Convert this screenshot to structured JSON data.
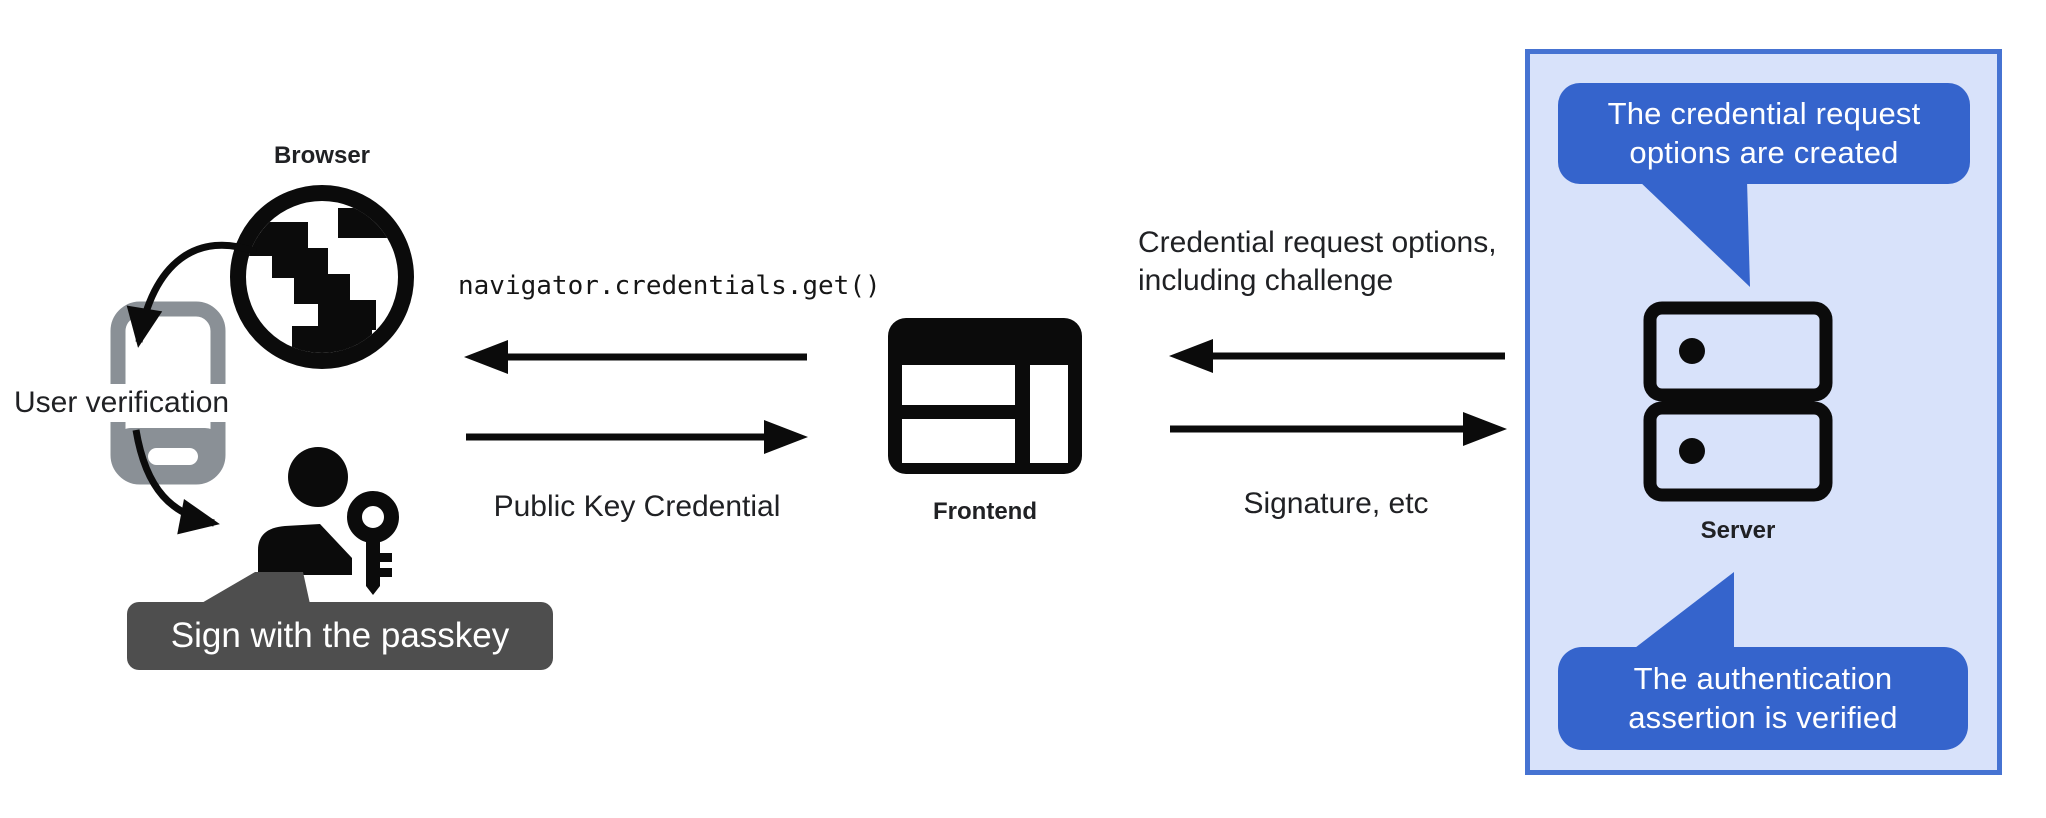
{
  "colors": {
    "accent_blue": "#3564cc",
    "panel_bg": "#d8e2fa",
    "panel_border": "#4673d2",
    "badge_bg": "#4e4e4e",
    "phone_gray": "#8a9096",
    "text": "#202124",
    "icon": "#0b0b0b",
    "text_on_dark": "#ffffff"
  },
  "left": {
    "browser_label": "Browser",
    "user_verification_label": "User verification",
    "passkey_badge": "Sign with the passkey"
  },
  "middle": {
    "code_call": "navigator.credentials.get()",
    "to_frontend_label": "Public Key Credential",
    "frontend_label": "Frontend"
  },
  "right": {
    "request_line1": "Credential request options,",
    "request_line2": "including challenge",
    "signature_label": "Signature, etc",
    "server_label": "Server",
    "bubble_top_line1": "The credential request",
    "bubble_top_line2": "options are created",
    "bubble_bottom_line1": "The authentication",
    "bubble_bottom_line2": "assertion is verified"
  }
}
